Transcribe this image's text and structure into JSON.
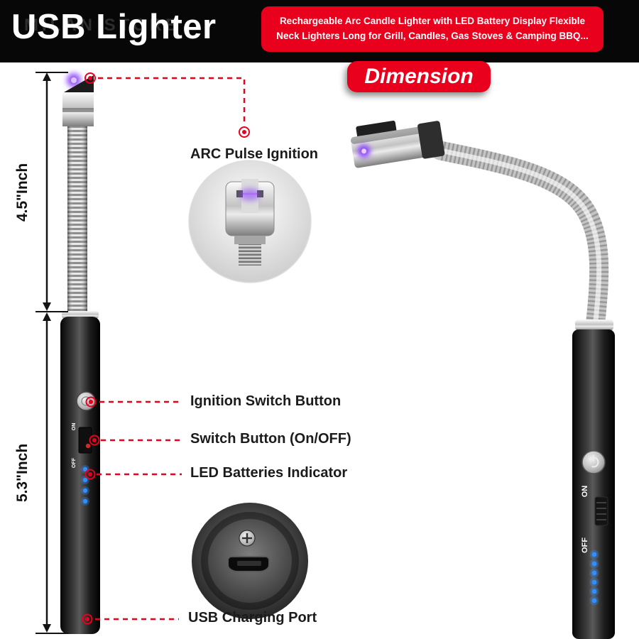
{
  "header": {
    "title": "USB Lighter",
    "watermark": "MILAN STORE",
    "description": "Rechargeable Arc Candle Lighter with LED Battery Display Flexible Neck Lighters Long for Grill, Candles, Gas Stoves & Camping BBQ..."
  },
  "badge": {
    "label": "Dimension"
  },
  "measurements": {
    "upper": "4.5\"Inch",
    "lower": "5.3\"Inch"
  },
  "callouts": {
    "arc": "ARC Pulse Ignition",
    "ignition": "Ignition Switch Button",
    "switch": "Switch Button (On/OFF)",
    "led": "LED Batteries Indicator",
    "usb": "USB Charging Port"
  },
  "switch_labels": {
    "on": "ON",
    "off": "OFF"
  },
  "colors": {
    "accent_red": "#e8001d",
    "arc_purple": "#8a3ffc",
    "led_blue": "#2f8fff",
    "header_bg": "#070707"
  }
}
